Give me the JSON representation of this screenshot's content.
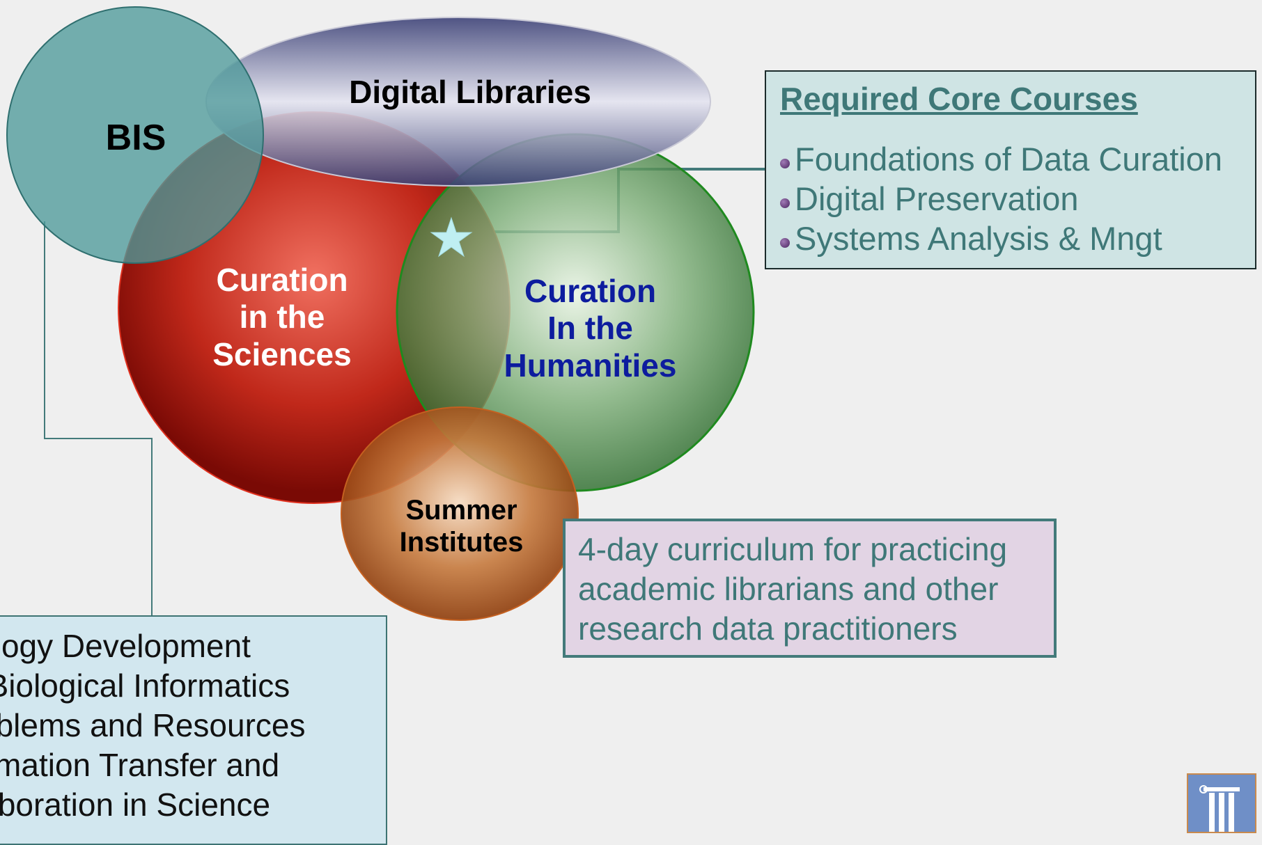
{
  "diagram": {
    "circles": {
      "bis": {
        "label": "BIS",
        "color": "#4e9a9a"
      },
      "digital_libraries": {
        "label": "Digital Libraries",
        "color": "#3e4378"
      },
      "sciences": {
        "label": "Curation\nin the\nSciences",
        "color": "#c0281a"
      },
      "humanities": {
        "label": "Curation\nIn the\nHumanities",
        "color": "#2f7e2f",
        "text_color": "#0d1c9e"
      },
      "summer": {
        "label": "Summer\nInstitutes",
        "color": "#b4581c"
      }
    },
    "core_courses": {
      "title": "Required Core Courses",
      "items": [
        "Foundations of Data Curation",
        "Digital Preservation",
        "Systems Analysis & Mngt"
      ]
    },
    "summer_note": "4-day curriculum for practicing\nacademic librarians and other\nresearch data practitioners",
    "bis_courses": [
      "Ontology Development",
      "Intro: Biological Informatics",
      "Problems and Resources",
      "Information Transfer and",
      "Collaboration in Science"
    ],
    "star_icon": "star-icon",
    "logo_icon": "column-logo-icon"
  }
}
